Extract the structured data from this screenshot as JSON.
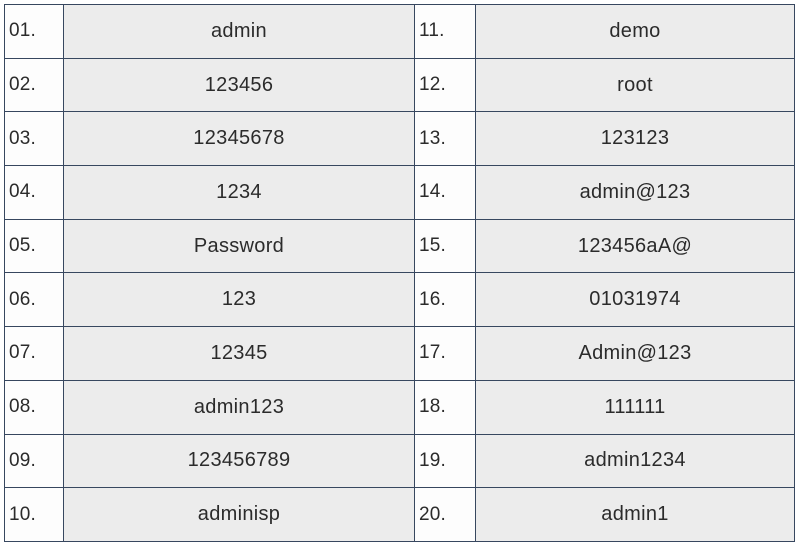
{
  "table": {
    "column_count": 4,
    "row_count": 10,
    "border_color": "#37475f",
    "index_cell_bg": "#fdfdfd",
    "value_cell_bg": "#ececec",
    "text_color": "#2b2b2b",
    "rows": [
      {
        "left_index": "01.",
        "left_value": "admin",
        "right_index": "11.",
        "right_value": "demo"
      },
      {
        "left_index": "02.",
        "left_value": "123456",
        "right_index": "12.",
        "right_value": "root"
      },
      {
        "left_index": "03.",
        "left_value": "12345678",
        "right_index": "13.",
        "right_value": "123123"
      },
      {
        "left_index": "04.",
        "left_value": "1234",
        "right_index": "14.",
        "right_value": "admin@123"
      },
      {
        "left_index": "05.",
        "left_value": "Password",
        "right_index": "15.",
        "right_value": "123456aA@"
      },
      {
        "left_index": "06.",
        "left_value": "123",
        "right_index": "16.",
        "right_value": "01031974"
      },
      {
        "left_index": "07.",
        "left_value": "12345",
        "right_index": "17.",
        "right_value": "Admin@123"
      },
      {
        "left_index": "08.",
        "left_value": "admin123",
        "right_index": "18.",
        "right_value": "111111"
      },
      {
        "left_index": "09.",
        "left_value": "123456789",
        "right_index": "19.",
        "right_value": "admin1234"
      },
      {
        "left_index": "10.",
        "left_value": "adminisp",
        "right_index": "20.",
        "right_value": "admin1"
      }
    ]
  }
}
